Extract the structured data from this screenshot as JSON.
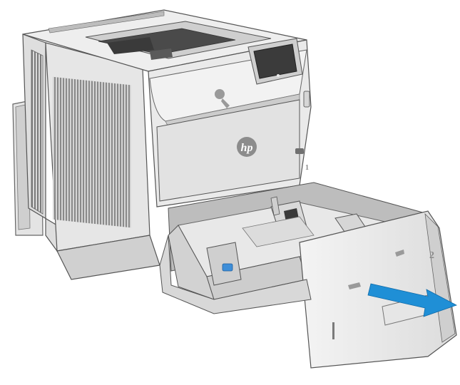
{
  "printer": {
    "brand_logo": "hp",
    "tray1_label": "1",
    "tray2_label": "2"
  },
  "callout": {
    "arrow_direction": "pull-out",
    "arrow_color": "#1f8fd6"
  },
  "colors": {
    "body_light": "#ececec",
    "body_mid": "#d4d4d4",
    "body_dark": "#9a9a9a",
    "outline": "#5a5a5a",
    "screen": "#3b3b3b",
    "guide_blue": "#3e8ed8"
  }
}
